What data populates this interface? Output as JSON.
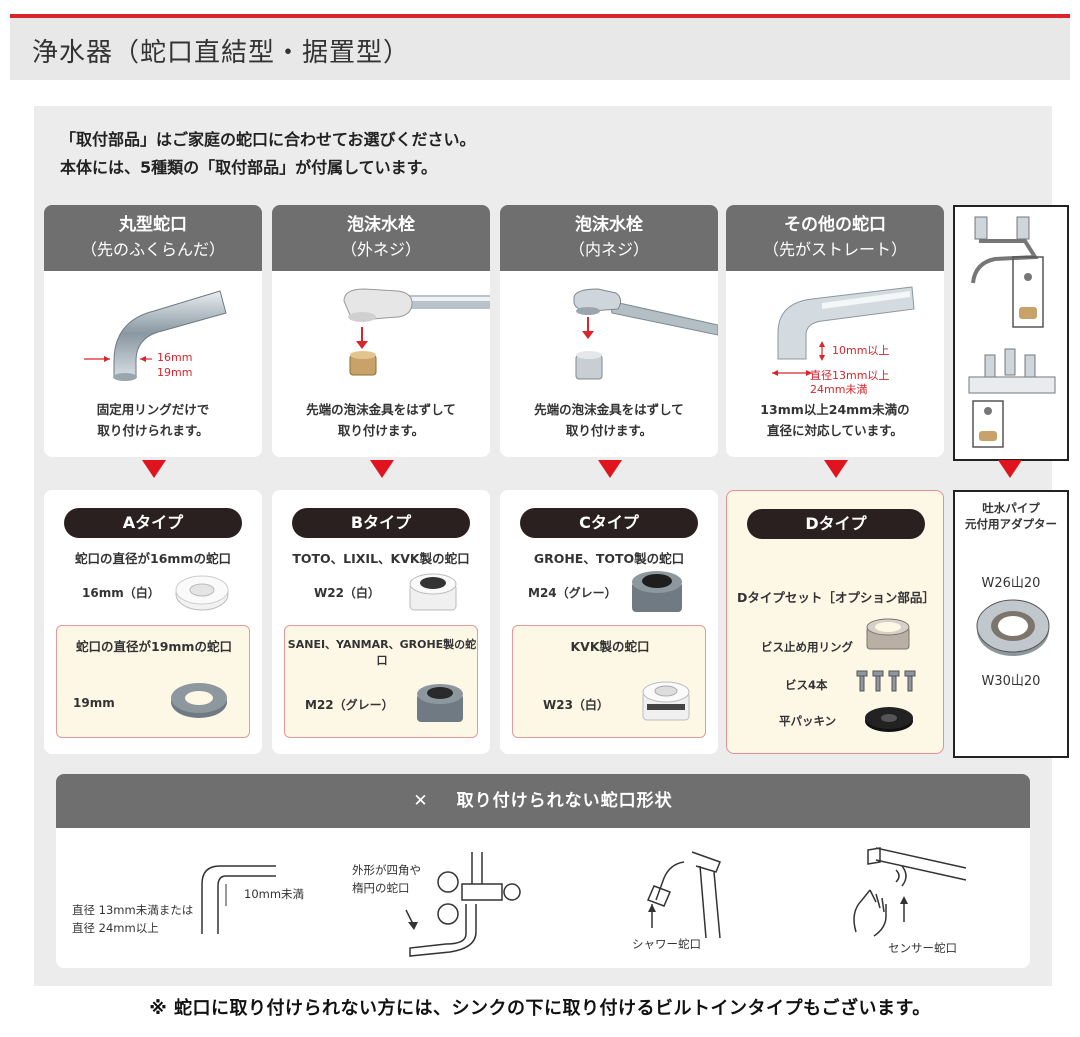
{
  "header": {
    "title": "浄水器（蛇口直結型・据置型）"
  },
  "intro": {
    "line1": "「取付部品」はご家庭の蛇口に合わせてお選びください。",
    "line2": "本体には、5種類の「取付部品」が付属しています。"
  },
  "faucets": [
    {
      "title": "丸型蛇口",
      "sub": "（先のふくらんだ）",
      "desc1": "固定用リングだけで",
      "desc2": "取り付けられます。",
      "dim1": "16mm",
      "dim2": "19mm"
    },
    {
      "title": "泡沫水栓",
      "sub": "（外ネジ）",
      "desc1": "先端の泡沫金具をはずして",
      "desc2": "取り付けます。"
    },
    {
      "title": "泡沫水栓",
      "sub": "（内ネジ）",
      "desc1": "先端の泡沫金具をはずして",
      "desc2": "取り付けます。"
    },
    {
      "title": "その他の蛇口",
      "sub": "（先がストレート）",
      "desc1": "13mm以上24mm未満の",
      "desc2": "直径に対応しています。",
      "dim1": "10mm以上",
      "dim2": "直径13mm以上",
      "dim3": "24mm未満"
    }
  ],
  "types": {
    "a": {
      "label": "Aタイプ",
      "cond": "蛇口の直径が16mmの蛇口",
      "part": "16mm（白）",
      "sub_cond": "蛇口の直径が19mmの蛇口",
      "sub_part": "19mm"
    },
    "b": {
      "label": "Bタイプ",
      "cond": "TOTO、LIXIL、KVK製の蛇口",
      "part": "W22（白）",
      "sub_cond": "SANEI、YANMAR、GROHE製の蛇口",
      "sub_part": "M22（グレー）"
    },
    "c": {
      "label": "Cタイプ",
      "cond": "GROHE、TOTO製の蛇口",
      "part": "M24（グレー）",
      "sub_cond": "KVK製の蛇口",
      "sub_part": "W23（白）"
    },
    "d": {
      "label": "Dタイプ",
      "set": "Dタイプセット［オプション部品］",
      "item1": "ビス止め用リング",
      "item2": "ビス4本",
      "item3": "平パッキン"
    }
  },
  "adapter": {
    "title1": "吐水パイプ",
    "title2": "元付用アダプター",
    "top": "W26山20",
    "bottom": "W30山20"
  },
  "ng": {
    "mark": "✕",
    "title": "取り付けられない蛇口形状",
    "item1_a": "直径 13mm未満または",
    "item1_b": "直径 24mm以上",
    "item1_dim": "10mm未満",
    "item2_a": "外形が四角や",
    "item2_b": "楕円の蛇口",
    "item3": "シャワー蛇口",
    "item4": "センサー蛇口"
  },
  "footnote": "※ 蛇口に取り付けられない方には、シンクの下に取り付けるビルトインタイプもございます。",
  "colors": {
    "accent_red": "#d9242b",
    "head_gray": "#6f6f6f",
    "pill": "#2b2020",
    "option_bg": "#fdf7e6"
  }
}
